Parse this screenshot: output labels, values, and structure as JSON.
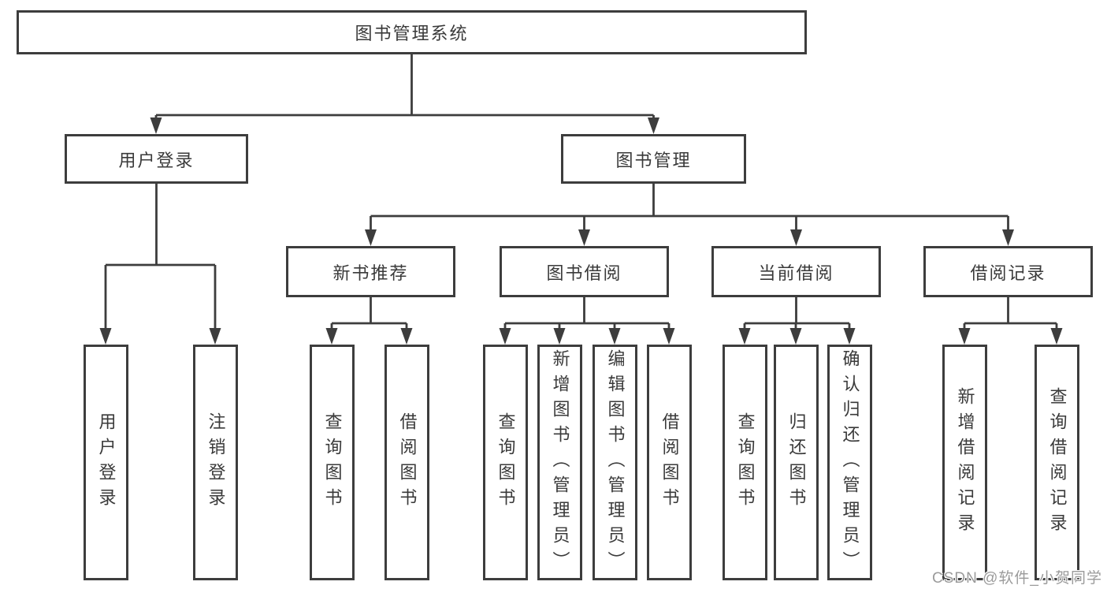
{
  "diagram": {
    "title": "图书管理系统",
    "level2": {
      "user_login": "用户登录",
      "book_management": "图书管理"
    },
    "level3": {
      "new_books": "新书推荐",
      "book_borrowing": "图书借阅",
      "current_borrowing": "当前借阅",
      "borrowing_records": "借阅记录"
    },
    "leaves": {
      "user_login": [
        "用户登录",
        "注销登录"
      ],
      "new_books": [
        "查询图书",
        "借阅图书"
      ],
      "book_borrowing": [
        "查询图书",
        "新增图书（管理员）",
        "编辑图书（管理员）",
        "借阅图书"
      ],
      "current_borrowing": [
        "查询图书",
        "归还图书",
        "确认归还（管理员）"
      ],
      "borrowing_records": [
        "新增借阅记录",
        "查询借阅记录"
      ]
    }
  },
  "watermark": {
    "text": "CSDN @软件_小贺同学"
  },
  "colors": {
    "line": "#3d3d3d",
    "text": "#3a3a3a",
    "watermark": "#9b9b9b",
    "background": "#ffffff"
  }
}
